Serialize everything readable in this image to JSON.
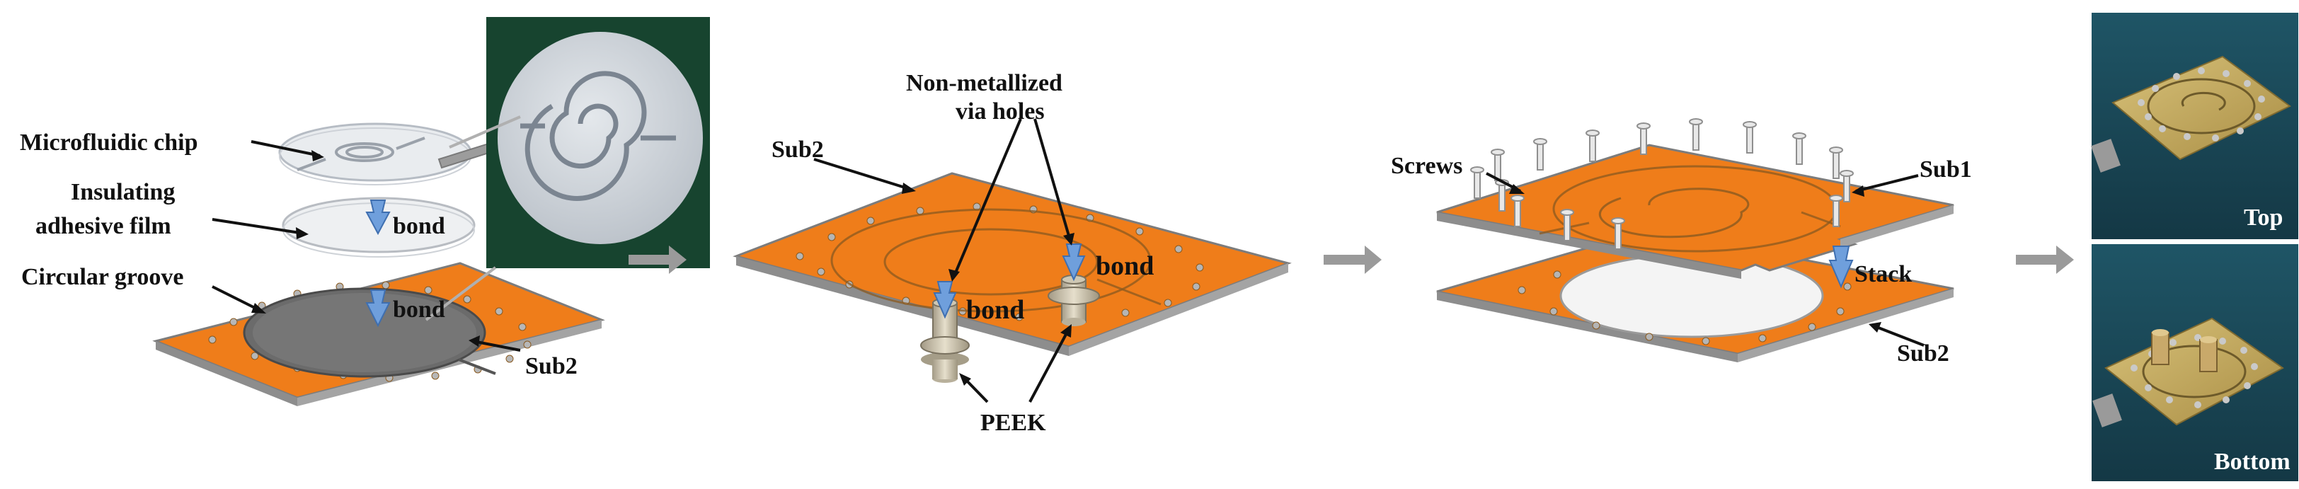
{
  "colors": {
    "substrate": "#ef7d1a",
    "substrate_edge": "#8a8a8a",
    "groove": "#6b6b6b",
    "arrow_step": "#9a9a9a",
    "bond_arrow": "#6f9fdc",
    "photo_bg": "#1c4a5a",
    "inset_bg": "#17442f"
  },
  "step1": {
    "chip_label": "Microfluidic chip",
    "film_label_line1": "Insulating",
    "film_label_line2": "adhesive film",
    "groove_label": "Circular groove",
    "bond_upper": "bond",
    "bond_lower": "bond",
    "sub_label": "Sub2"
  },
  "step2": {
    "sub_label": "Sub2",
    "via_label_line1": "Non-metallized",
    "via_label_line2": "via holes",
    "bond_left": "bond",
    "bond_right": "bond",
    "peek_label": "PEEK"
  },
  "step3": {
    "screws_label": "Screws",
    "sub1_label": "Sub1",
    "stack_label": "Stack",
    "sub2_label": "Sub2"
  },
  "photos": {
    "top_label": "Top",
    "bottom_label": "Bottom"
  },
  "icons": [
    "step-arrow-icon",
    "bond-arrow-icon",
    "magnify-arrow-icon"
  ]
}
